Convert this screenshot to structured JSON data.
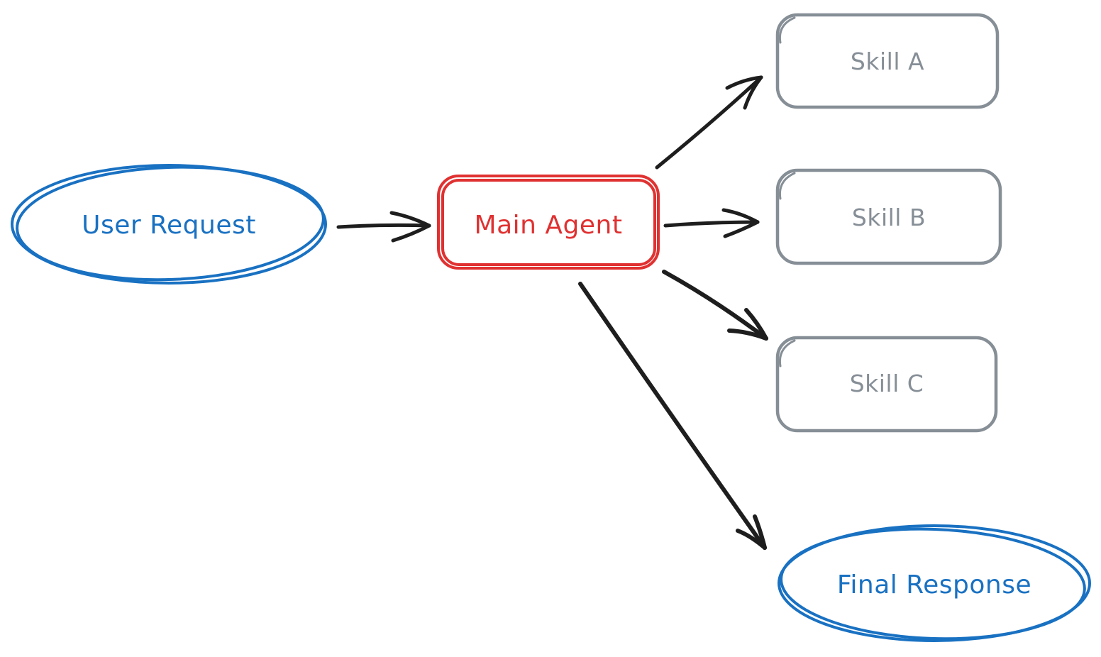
{
  "diagram": {
    "background": "#ffffff",
    "arrow_color": "#1e1e1e",
    "nodes": {
      "user_request": {
        "label": "User Request",
        "shape": "ellipse",
        "stroke": "#1971c2"
      },
      "main_agent": {
        "label": "Main Agent",
        "shape": "rounded-rectangle",
        "stroke": "#e03131"
      },
      "skill_a": {
        "label": "Skill A",
        "shape": "rounded-rectangle",
        "stroke": "#868e96"
      },
      "skill_b": {
        "label": "Skill B",
        "shape": "rounded-rectangle",
        "stroke": "#868e96"
      },
      "skill_c": {
        "label": "Skill C",
        "shape": "rounded-rectangle",
        "stroke": "#868e96"
      },
      "final_response": {
        "label": "Final Response",
        "shape": "ellipse",
        "stroke": "#1971c2"
      }
    },
    "edges": [
      {
        "from": "User Request",
        "to": "Main Agent"
      },
      {
        "from": "Main Agent",
        "to": "Skill A"
      },
      {
        "from": "Main Agent",
        "to": "Skill B"
      },
      {
        "from": "Main Agent",
        "to": "Skill C"
      },
      {
        "from": "Main Agent",
        "to": "Final Response"
      }
    ]
  }
}
